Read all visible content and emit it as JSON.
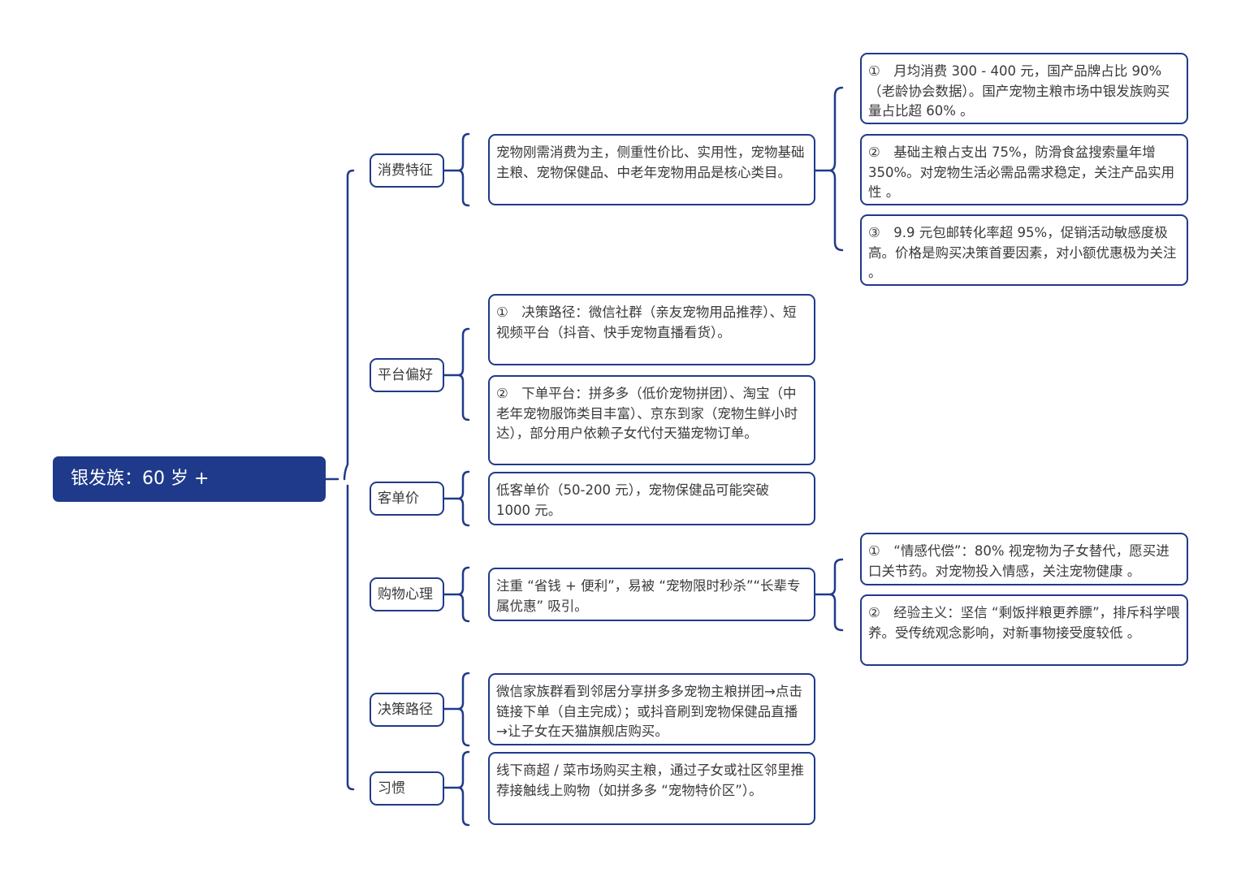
{
  "root": {
    "label": "银发族：60 岁 +"
  },
  "categories": [
    {
      "label": "消费特征",
      "description": "宠物刚需消费为主，侧重性价比、实用性，宠物基础主粮、宠物保健品、中老年宠物用品是核心类目。",
      "details": [
        "①　月均消费 300 - 400 元，国产品牌占比 90%（老龄协会数据）。国产宠物主粮市场中银发族购买量占比超 60% 。",
        "②　基础主粮占支出 75%，防滑食盆搜索量年增 350%。对宠物生活必需品需求稳定，关注产品实用性 。",
        "③　9.9 元包邮转化率超 95%，促销活动敏感度极高。价格是购买决策首要因素，对小额优惠极为关注 。"
      ]
    },
    {
      "label": "平台偏好",
      "details": [
        "①　决策路径：微信社群（亲友宠物用品推荐）、短视频平台（抖音、快手宠物直播看货）。",
        "②　下单平台：拼多多（低价宠物拼团）、淘宝（中老年宠物服饰类目丰富）、京东到家（宠物生鲜小时达），部分用户依赖子女代付天猫宠物订单。"
      ]
    },
    {
      "label": "客单价",
      "description": "低客单价（50-200 元），宠物保健品可能突破 1000 元。"
    },
    {
      "label": "购物心理",
      "description": "注重 “省钱 + 便利”，易被 “宠物限时秒杀”“长辈专属优惠” 吸引。",
      "details": [
        "①　“情感代偿”：80% 视宠物为子女替代，愿买进口关节药。对宠物投入情感，关注宠物健康 。",
        "②　经验主义：坚信 “剩饭拌粮更养膘”，排斥科学喂养。受传统观念影响，对新事物接受度较低 。"
      ]
    },
    {
      "label": "决策路径",
      "description": "微信家族群看到邻居分享拼多多宠物主粮拼团→点击链接下单（自主完成）；或抖音刷到宠物保健品直播→让子女在天猫旗舰店购买。"
    },
    {
      "label": "习惯",
      "description": "线下商超 / 菜市场购买主粮，通过子女或社区邻里推荐接触线上购物（如拼多多 “宠物特价区”）。"
    }
  ]
}
